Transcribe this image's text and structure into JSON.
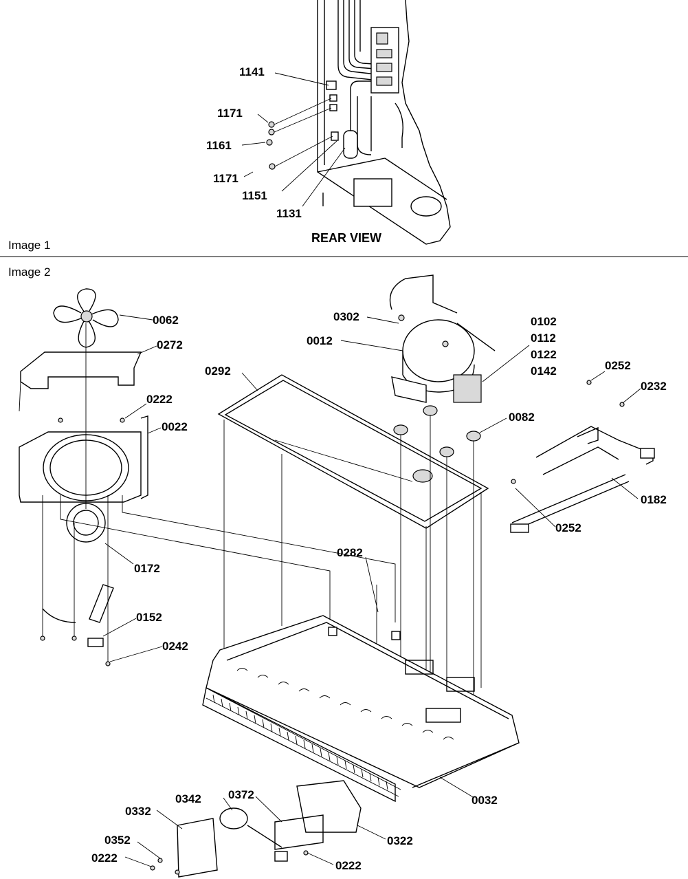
{
  "sections": {
    "image1": {
      "label": "Image 1",
      "view_label": "REAR VIEW"
    },
    "image2": {
      "label": "Image 2"
    }
  },
  "callouts_image1": [
    "1141",
    "1171",
    "1161",
    "1171",
    "1151",
    "1131"
  ],
  "callouts_image2": [
    "0062",
    "0272",
    "0222",
    "0022",
    "0172",
    "0152",
    "0242",
    "0302",
    "0012",
    "0102",
    "0112",
    "0122",
    "0142",
    "0292",
    "0082",
    "0252",
    "0232",
    "0182",
    "0252",
    "0282",
    "0032",
    "0372",
    "0342",
    "0332",
    "0352",
    "0222",
    "0322",
    "0222"
  ]
}
